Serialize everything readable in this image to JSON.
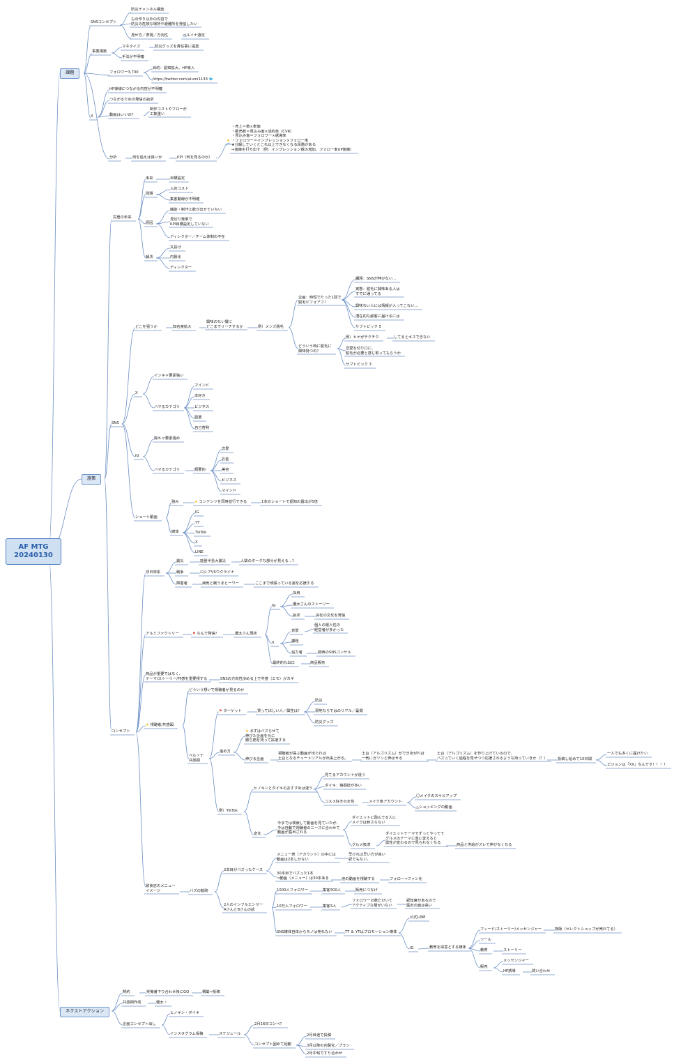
{
  "colors": {
    "line": "#6b8fc4",
    "root_bg": "#cfe0f3",
    "root_border": "#4d7dc1",
    "main_bg": "#dbe7f5",
    "text": "#222222"
  },
  "icons": {
    "star": "star-icon",
    "flag": "flag-icon",
    "twitter": "twitter-bird-icon"
  },
  "root": {
    "label": "AF MTG\n20240130"
  },
  "sections": {
    "kadai": "課題",
    "shisaku": "施策",
    "next": "ネクストアクション"
  },
  "texts": {
    "sns_concept": "SNSコンセプト",
    "bousai_channel": "防災チャンネル構築",
    "mononotsukuri": "もの作り以外の内容で\n防災の危険な場所や避難所を発信したい",
    "keisaku": "見せ方／表現／方向性",
    "persona": "ペルソナ選定",
    "jigyou_kouzou": "事業構築",
    "monetize": "マネタイズ",
    "bousai_goods": "防災グッズを責任事に提案",
    "shuhou_fumei": "手法が不明確",
    "follower": "フォロワー3,700",
    "mokuteki": "目的：認知拡大、HP導入",
    "twitter_url": "https://twitter.com/alumi1133",
    "hp_zouka": "HP導線につながる内容が不明確",
    "tsunagaru": "つながるための発信の訴求",
    "douga": "動画はいいの？",
    "seisaku_cost": "制作コストやフローが\n工数重い",
    "x_label": "X",
    "bunseki": "分析",
    "nani_wo": "何を追えば良いか",
    "kpi": "KPI（何を見るのか）",
    "formula": "・売上＝数×単価\n・販売数＝見込み客×成約率（CVR）\n・見込み客＝フォロワー×誘導率\n・フォロワー＝インプレッション×フォロー率\n★分解していくとこれ以上できなくなる段階がある\n→施策を打ち出す（例：インプレッション数の増加、フォロー率UP施策）",
    "kyuukyoku": "究極の未来",
    "mirai": "未来",
    "mokuhyou": "目標設定",
    "mondai": "問題",
    "jinken": "人的コスト",
    "kyakuka": "集客動線が不明確",
    "genin": "原因",
    "taisei": "機能・制作工数が出せていない",
    "shimekiri": "見切り発車で\nKPI目標設定していない",
    "director_team": "ディレクター／チーム体制の不在",
    "kaiketsu": "解決",
    "marunage": "丸投げ",
    "naiseika": "内製化",
    "director": "ディレクター",
    "sns": "SNS",
    "doko": "どこを狙うか",
    "chimeido": "知名度拡大",
    "kyoumi": "興味のない層に\nどこまでリーチするか",
    "rei_mens": "例）メンズ脱毛",
    "kikaku": "企画：時短でたった1回で\n脱毛ビフォアフ！",
    "kadai_sns": "課題：SNSが伸びない…",
    "jissai": "実態：脱毛に興味ある人は\nすでに通ってる",
    "kyoumi_nai": "興味ない人には情報が入ってこない…",
    "gyakkyou": "潜在的な顧客に届けるには",
    "subtopic5": "サブトピック 5",
    "dou_iu": "どういう時に脱毛に\n興味持つの？",
    "rei_hige": "例）ヒゲがチクチク",
    "kiss": "してるとキスできない",
    "renai": "恋愛を切り口に、\n脱毛が必要と感じ取ってもらうか",
    "subtopic3": "サブトピック 3",
    "x2": "X",
    "inkya": "インキャ要素強い",
    "hamaru_x": "ハマるカテゴリ",
    "mind": "マインド",
    "honzuki": "本好き",
    "business": "ビジネス",
    "fukugyou": "副業",
    "jiko_keihatsu": "自己啓発",
    "ig": "IG",
    "yoka": "陽キャ要素強め",
    "hamaru_ig": "ハマるカテゴリ",
    "gaiyou": "概要的",
    "renai2": "恋愛",
    "okane": "お金",
    "biyou": "美容",
    "business2": "ビジネス",
    "mind2": "マインド",
    "short": "ショート動画",
    "tsuyomi": "強み",
    "content": "コンテンツを同時並行できる",
    "ippon": "1本のショートで認知の露出が5倍",
    "baitai": "媒体",
    "m_ig": "IG",
    "m_yt": "YT",
    "m_tiktok": "TikTok",
    "m_x": "X",
    "m_line": "LINE",
    "concept": "コンセプト",
    "hibi": "非日常系",
    "shinsai": "震災",
    "noto": "能登半島大震災",
    "jinrui": "人間のダークな部分が見える…?",
    "sensou": "戦争",
    "russia": "ロシアVSウクライナ",
    "shougai": "障害者",
    "byouki": "病気と戦うまとーワー",
    "koko": "ここまで頑張っている姿を応援する",
    "alumi": "アルミファクトリー",
    "naze": "なんで発信？",
    "yuuta_genjou": "優太さん現状",
    "ig2": "IG",
    "saiyou": "採用",
    "yuuta_story": "優太さんのストーリー",
    "kyuujin": "訴求",
    "kaisha_bunka": "会社の文化を発信",
    "x3": "X",
    "haikei": "背景",
    "kojin": "個人の層人性の\n経営者が多かった",
    "kakuhan": "課題",
    "kyouryoku": "協力者",
    "kansai": "関西のSNSコンサル",
    "saishuu": "最終的な出口",
    "shouhin": "商品販売",
    "shouhin_ga": "商品が重要ではなく、\nテーマ/ストーリー/共感を重要視する",
    "sns_houkou": "SNSの方向性決める上で共感（エモ）がカギ",
    "shichou": "視聴者/共感図",
    "dou_iu_omoi": "どういう想いで視聴者が見るのか",
    "target": "ターゲット",
    "kaitte": "買ってほしい人／属性は？",
    "bousai": "防災",
    "genchi": "現地ならではのリアル／裏側",
    "bousai_goods2": "防災グッズ",
    "persona_kyoukan": "ペルソナ\n共感図",
    "susumekata": "進め方",
    "mazu": "まずはバズらせて\n伸びた企画を元に\n勝ち筋を持って拡選する",
    "nobiru": "伸びる企画",
    "shichousha_ga": "視聴者が喜ぶ動画が出たれば\n土台となるチュートリアルが出来上がる。",
    "dodai": "土台（アルゴリズム）ができあがれば\n一気にガツンと伸ばせる",
    "dodai2": "土台（アルゴリズム）を作り上げているので、\nバズっていく過程を見せつつ応援されるような持っていきか（？）",
    "toukou": "投稿し始めて10日間",
    "hitori": "一人でも多くに届けたい",
    "vision": "ビジョンは「XX」なんです！！！！",
    "rei_tiktok": "例）TikTok",
    "hinokin": "ヒノキンとダイキのおすすめは違う",
    "mieru": "見てるアカウントが違う",
    "daiki_kei": "ダイキ：格闘技が多い",
    "cosme": "コスメ好きの女性",
    "make_account": "メイク後アカウント",
    "make_skill": "〇メイクのスキルアップ",
    "shopping": "△ショッピングの動画",
    "henka": "変化",
    "imamade": "今までは検索して動画を見ていたが、\n今は自動で視聴者のニーズに合わせて\n動画が露出される",
    "diet_kyoumi": "ダイエットに励んでる人に\nメイクは刺さらない",
    "gourmet": "グルメ扱求",
    "diet_theme": "ダイエットテーマでずっとやってて\nグルメのテーマに急に変えると\n属性が変わるので見られなくなる",
    "shouhin_ketsugou": "商品と供給がズレて伸びなくなる",
    "inshoku": "飲食店のメニュー\nイメージ",
    "buzz_kiseki": "バズの軌跡",
    "niho": "2本目がバズったケース",
    "menu": "メニュー表（アカウント）の中には\n動画は2本しかない",
    "hayakereba": "早ければ早い方が良い\n訳でもない、",
    "sanjuu": "30本目でバズった1本\n⇒動画（メニュー）は30本ある",
    "hoka_douga": "他の動画を視聴する",
    "follow_fan": "フォロー⇒ファン化",
    "futari": "2人のインフルエンサー\nAさんとBさんの話",
    "sen": "1000人フォロワー",
    "shuukyaku300": "集客300人",
    "hanbai": "販売につなげ",
    "juuman": "10万人フォロワー",
    "shuukyaku3": "集客3人",
    "follower_kazu": "フォロワーの数だけいて\nアクティブな層がいない",
    "ninchido": "認知度があるので\n露出の面は高い",
    "sns_baitai": "SNS媒体自体からモノは売れない",
    "tt_yt": "TT ＆ YTはプロモーション媒体",
    "kouyiki_line": "公式LINE",
    "ig3": "IG",
    "kyouiku_baitai": "教育を得意とする媒体",
    "feed": "フィード/ストーリー/メッセンジャー",
    "bukken": "物販（セレクトショップが売れてる）",
    "tool": "ツール",
    "kyouiku": "教育",
    "story": "ストーリー",
    "hanbai2": "販売",
    "messenger": "メッセンジャー",
    "hp_yuudou": "HP誘導",
    "toiawase": "問い合わせ",
    "keiyaku": "契約",
    "jutaku": "受機番下り合わせ後にGO",
    "kouzou": "構築⇒投稿",
    "kyoukan_sakusei": "共感図作成",
    "yuuta2": "優太・",
    "kikaku_dashi": "企画コンセプト出し",
    "hinokin_daiki": "ヒノキン・ダイキ",
    "insta_toukou": "インスタグラム投稿",
    "schedule": "スケジュール",
    "feb16": "2月16日コンペ？",
    "concept_kime": "コンセプト固めて始動",
    "feb_made": "2月目途で投稿",
    "march": "3月以降の内製化／プラン",
    "feb_mid": "2月中旬ですり合わせ"
  }
}
